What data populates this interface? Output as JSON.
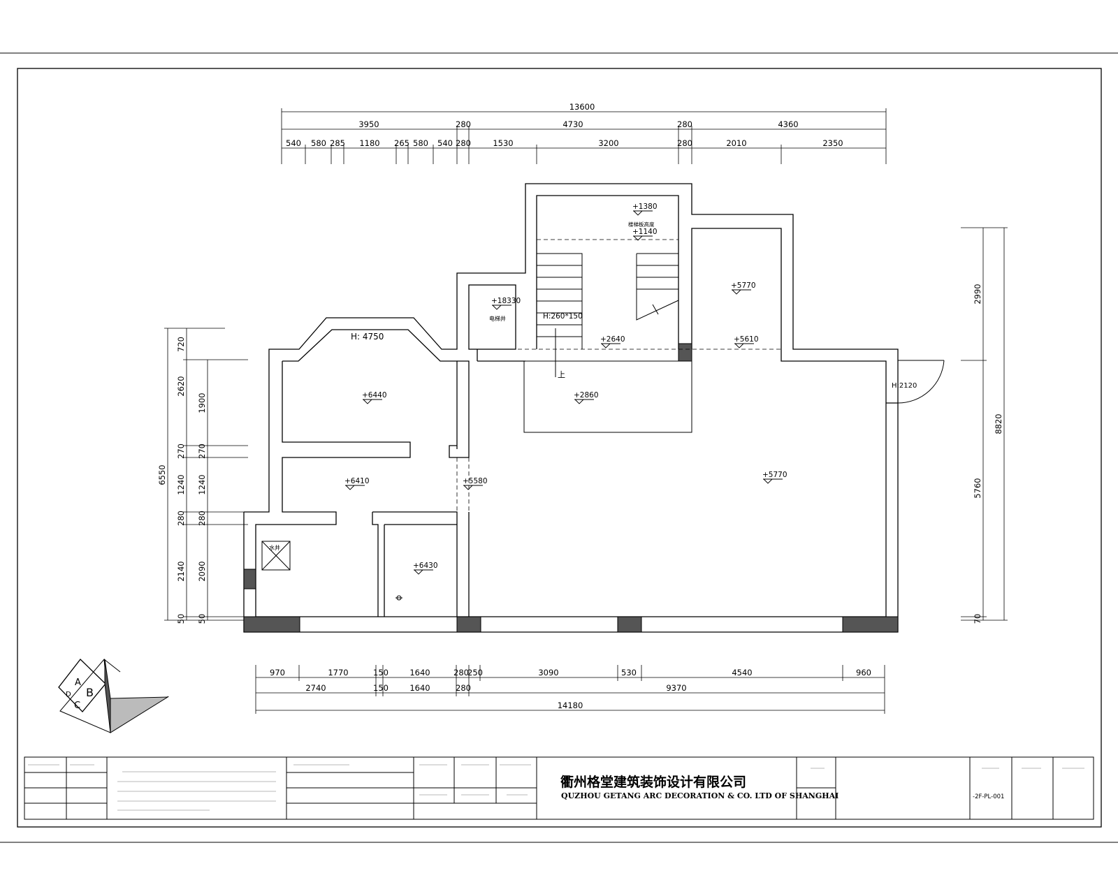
{
  "dimensions": {
    "top": {
      "overall": "13600",
      "row2": [
        "3950",
        "280",
        "4730",
        "280",
        "4360"
      ],
      "row3": [
        "540",
        "580",
        "285",
        "1180",
        "265",
        "580",
        "540",
        "280",
        "1530",
        "3200",
        "280",
        "2010",
        "2350"
      ]
    },
    "bottom": {
      "row1": [
        "970",
        "1770",
        "150",
        "1640",
        "280",
        "250",
        "3090",
        "530",
        "4540",
        "960"
      ],
      "row2": [
        "2740",
        "150",
        "1640",
        "280",
        "9370"
      ],
      "overall": "14180"
    },
    "left": {
      "overall": "6550",
      "outer": [
        "720",
        "2620",
        "270",
        "1240",
        "280",
        "2140",
        "50"
      ],
      "inner": [
        "1900",
        "270",
        "1240",
        "280",
        "2090",
        "50"
      ]
    },
    "right": {
      "overall": "8820",
      "segments": [
        "2990",
        "5760",
        "70"
      ]
    }
  },
  "rooms": {
    "bay_window": "H: 4750",
    "stair_note": "H:260*150",
    "up_mark": "上",
    "door_height": "H:2120",
    "elevator_label": "电梯井",
    "water_shaft_label": "水井",
    "landing_label": "楼梯板高度"
  },
  "elevations": [
    "+1380",
    "+1140",
    "+18330",
    "+5770",
    "+2640",
    "+5610",
    "+6440",
    "+2860",
    "+5770",
    "+6410",
    "+5580",
    "+6430"
  ],
  "logo": {
    "letters": [
      "A",
      "B",
      "C",
      "D"
    ]
  },
  "title_block": {
    "company_cn": "衢州格堂建筑装饰设计有限公司",
    "company_en": "QUZHOU GETANG ARC DECORATION  & CO. LTD OF SHANGHAI",
    "drawing_no": "-2F-PL-001"
  }
}
